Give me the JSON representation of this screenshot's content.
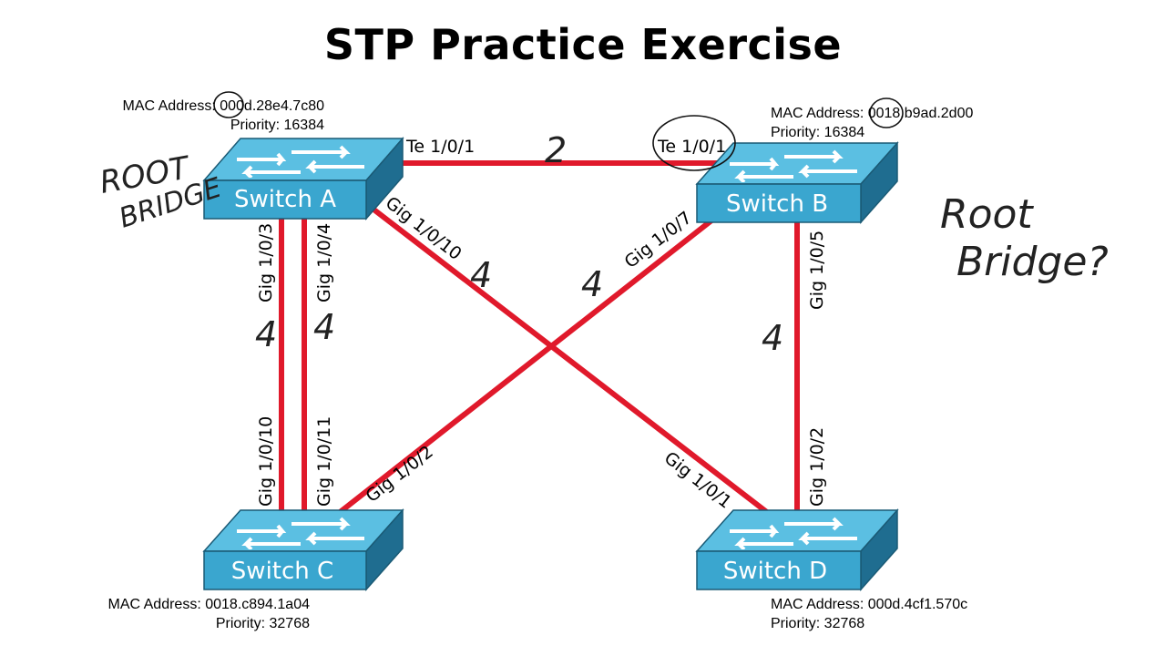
{
  "title": "STP Practice Exercise",
  "switches": {
    "a": {
      "name": "Switch A",
      "mac_label": "MAC Address: ",
      "mac": "000d.28e4.7c80",
      "priority_label": "Priority: ",
      "priority": "16384"
    },
    "b": {
      "name": "Switch B",
      "mac_label": "MAC Address: ",
      "mac": "0018.b9ad.2d00",
      "priority_label": "Priority: ",
      "priority": "16384"
    },
    "c": {
      "name": "Switch C",
      "mac_label": "MAC Address: ",
      "mac": "0018.c894.1a04",
      "priority_label": "Priority: ",
      "priority": "32768"
    },
    "d": {
      "name": "Switch D",
      "mac_label": "MAC Address: ",
      "mac": "000d.4cf1.570c",
      "priority_label": "Priority: ",
      "priority": "32768"
    }
  },
  "ports": {
    "a_te": "Te 1/0/1",
    "b_te": "Te 1/0/1",
    "a_g3": "Gig 1/0/3",
    "a_g4": "Gig 1/0/4",
    "a_g10": "Gig 1/0/10",
    "b_g7": "Gig 1/0/7",
    "b_g5": "Gig 1/0/5",
    "c_g10": "Gig 1/0/10",
    "c_g11": "Gig 1/0/11",
    "c_g2": "Gig 1/0/2",
    "d_g1": "Gig 1/0/1",
    "d_g2": "Gig 1/0/2"
  },
  "link_costs": {
    "a_b": "2",
    "a_d": "4",
    "b_c": "4",
    "b_d": "4",
    "a_c_1": "4",
    "a_c_2": "4"
  },
  "annotations": {
    "root_a_line1": "ROOT",
    "root_a_line2": "BRIDGE",
    "root_b_line1": "Root",
    "root_b_line2": "Bridge?"
  },
  "colors": {
    "link": "#e0192b",
    "switch_front": "#3aa6cf",
    "switch_top": "#5bbfe2",
    "switch_side": "#1f6d90"
  }
}
